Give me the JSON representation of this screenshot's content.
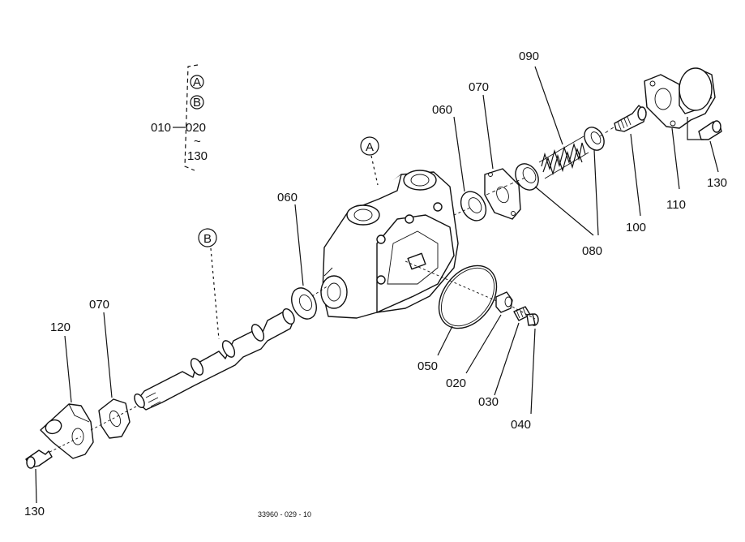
{
  "legend": {
    "ref_a": "A",
    "ref_b": "B",
    "range_prefix": "010",
    "range_start": "020",
    "range_tilde": "~",
    "range_end": "130"
  },
  "callouts": {
    "a": "A",
    "b": "B"
  },
  "labels": {
    "p010_range": "010",
    "p020": "020",
    "p030": "030",
    "p040": "040",
    "p050": "050",
    "p060_left": "060",
    "p060_right": "060",
    "p070_left": "070",
    "p070_right": "070",
    "p080": "080",
    "p090": "090",
    "p100": "100",
    "p110": "110",
    "p120": "120",
    "p130_left": "130",
    "p130_right": "130"
  },
  "footer": {
    "drawing_number": "33960 - 029 - 10"
  }
}
